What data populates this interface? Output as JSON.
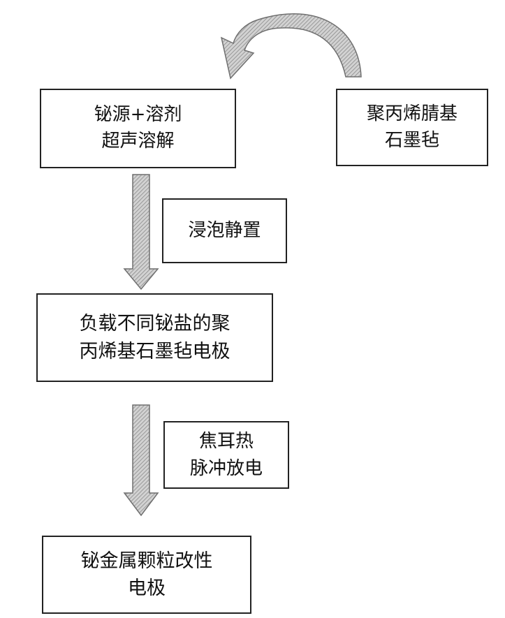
{
  "nodes": {
    "bismuth_source": {
      "lines": [
        "铋源+溶剂",
        "超声溶解"
      ]
    },
    "pan_felt": {
      "lines": [
        "聚丙烯腈基",
        "石墨毡"
      ]
    },
    "soak_step": {
      "lines": [
        "浸泡静置"
      ]
    },
    "loaded_electrode": {
      "lines": [
        "负载不同铋盐的聚",
        "丙烯基石墨毡电极"
      ]
    },
    "joule_step": {
      "lines": [
        "焦耳热",
        "脉冲放电"
      ]
    },
    "modified_electrode": {
      "lines": [
        "铋金属颗粒改性",
        "电极"
      ]
    }
  },
  "colors": {
    "border": "#222222",
    "arrow_fill": "#bdbdbd",
    "arrow_edge": "#6f6f6f"
  }
}
